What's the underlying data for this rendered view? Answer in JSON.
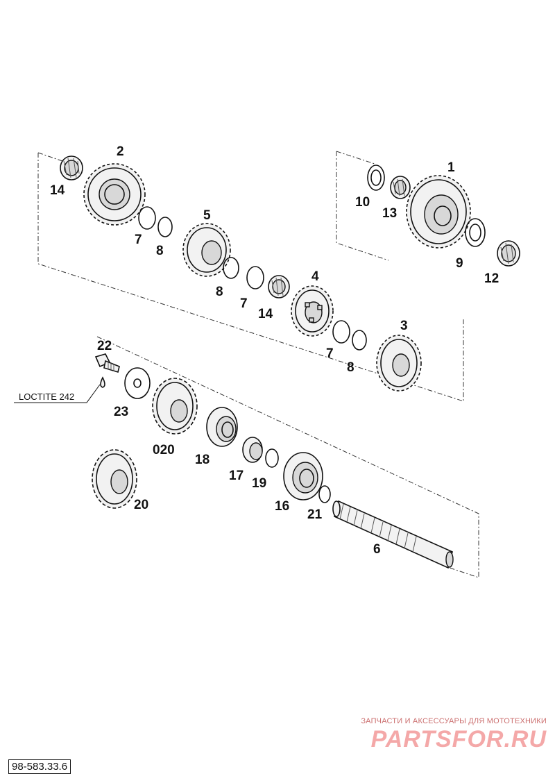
{
  "diagram": {
    "code": "98-583.33.6",
    "note_text": "LOCTITE 242",
    "callouts": [
      "1",
      "2",
      "3",
      "4",
      "5",
      "6",
      "7",
      "7",
      "7",
      "8",
      "8",
      "8",
      "9",
      "10",
      "12",
      "13",
      "14",
      "14",
      "16",
      "17",
      "18",
      "19",
      "20",
      "020",
      "21",
      "22",
      "23"
    ]
  },
  "watermark": {
    "tagline": "ЗАПЧАСТИ И АКСЕССУАРЫ ДЛЯ МОТОТЕХНИКИ",
    "logo": "PARTSFOR.RU"
  },
  "colors": {
    "ink": "#111111",
    "watermark": "#f4a8a8"
  }
}
